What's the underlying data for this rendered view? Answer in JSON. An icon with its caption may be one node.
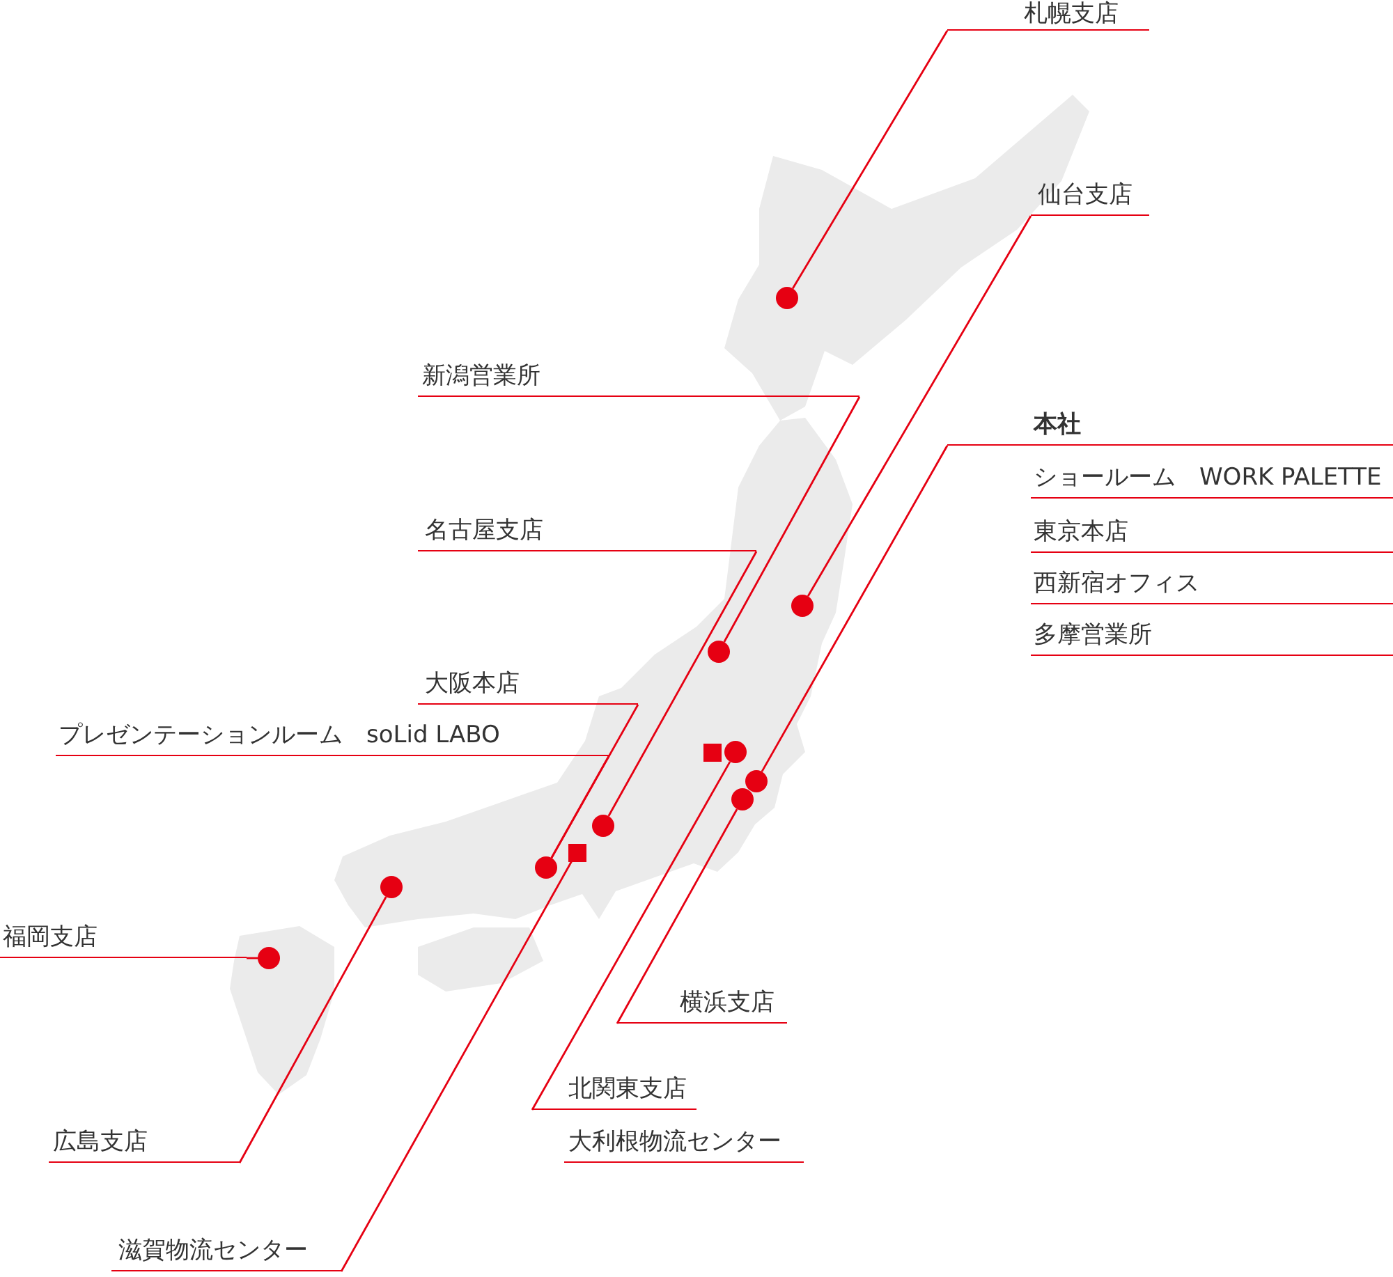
{
  "diagram": {
    "nodes": [
      {
        "text": [
          "札幌支店"
        ]
      },
      {
        "text": [
          "仙台支店"
        ]
      },
      {
        "text": [
          "新潟営業所"
        ]
      },
      {
        "text": [
          "本社"
        ]
      },
      {
        "text": [
          "ショールーム　WORK PALETTE"
        ]
      },
      {
        "text": [
          "東京本店"
        ]
      },
      {
        "text": [
          "西新宿オフィス"
        ]
      },
      {
        "text": [
          "多摩営業所"
        ]
      },
      {
        "text": [
          "名古屋支店"
        ]
      },
      {
        "text": [
          "大阪本店"
        ]
      },
      {
        "text": [
          "プレゼンテーションルーム　soLid LABO"
        ]
      },
      {
        "text": [
          "福岡支店"
        ]
      },
      {
        "text": [
          "横浜支店"
        ]
      },
      {
        "text": [
          "北関東支店"
        ]
      },
      {
        "text": [
          "大利根物流センター"
        ]
      },
      {
        "text": [
          "広島支店"
        ]
      },
      {
        "text": [
          "滋賀物流センター"
        ]
      },
      {
        "text": [],
        "shape": "circle"
      },
      {
        "text": [],
        "shape": "circle"
      },
      {
        "text": [],
        "shape": "circle"
      },
      {
        "text": [],
        "shape": "box"
      },
      {
        "text": [],
        "shape": "circle"
      },
      {
        "text": [],
        "shape": "circle"
      },
      {
        "text": [],
        "shape": "circle"
      },
      {
        "text": [],
        "shape": "circle"
      },
      {
        "text": [],
        "shape": "box"
      },
      {
        "text": [],
        "shape": "circle"
      },
      {
        "text": [],
        "shape": "circle"
      },
      {
        "text": [],
        "shape": "circle"
      }
    ],
    "edges": [
      {
        "from": 0,
        "to": 17,
        "arrow": "none"
      },
      {
        "from": 1,
        "to": 18,
        "arrow": "none"
      },
      {
        "from": 2,
        "to": 19,
        "arrow": "none"
      },
      {
        "from": 3,
        "to": 22,
        "arrow": "none"
      },
      {
        "from": 8,
        "to": 24,
        "arrow": "none"
      },
      {
        "from": 9,
        "to": 26,
        "arrow": "none"
      },
      {
        "from": 10,
        "to": 26,
        "arrow": "none"
      },
      {
        "from": 11,
        "to": 28,
        "arrow": "none"
      },
      {
        "from": 12,
        "to": 23,
        "arrow": "none"
      },
      {
        "from": 13,
        "to": 21,
        "arrow": "none"
      },
      {
        "from": 15,
        "to": 27,
        "arrow": "none"
      },
      {
        "from": 16,
        "to": 25,
        "arrow": "none"
      }
    ]
  }
}
